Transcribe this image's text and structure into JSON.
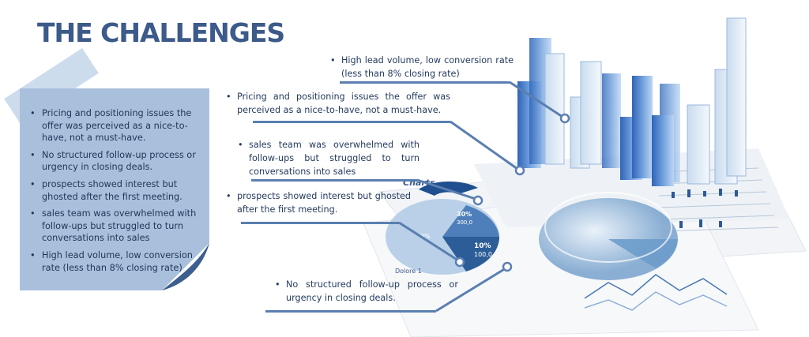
{
  "title": "THE CHALLENGES",
  "note_items": [
    "Pricing and positioning issues the offer was perceived as a nice-to-have, not a must-have.",
    "No structured follow-up process or urgency in closing deals.",
    "prospects showed interest but ghosted after the first meeting.",
    "sales team was overwhelmed with follow-ups but struggled to turn conversations into sales",
    "High lead volume, low conversion rate (less than 8% closing rate)"
  ],
  "callouts": {
    "lead_volume": "High lead volume, low conversion rate (less than 8% closing rate)",
    "pricing": "Pricing and positioning issues the offer was perceived as a nice-to-have, not a must-have.",
    "sales_team": "sales team was overwhelmed with follow-ups but struggled to turn conversations into sales",
    "prospects": "prospects showed interest but ghosted after the first meeting.",
    "follow_up": "No structured follow-up process or urgency in closing deals."
  },
  "chart_art": {
    "header": "Charts",
    "pie_label_30": "30%",
    "pie_label_30_sub": "300,0",
    "pie_label_10": "10%",
    "pie_label_10_sub": "100,0",
    "pie_label_0": "0%",
    "footer": "Dolore 1"
  },
  "colors": {
    "title": "#3c5a8a",
    "note": "#a9c0dc",
    "line": "#5a7fb0",
    "text": "#243b5e"
  }
}
